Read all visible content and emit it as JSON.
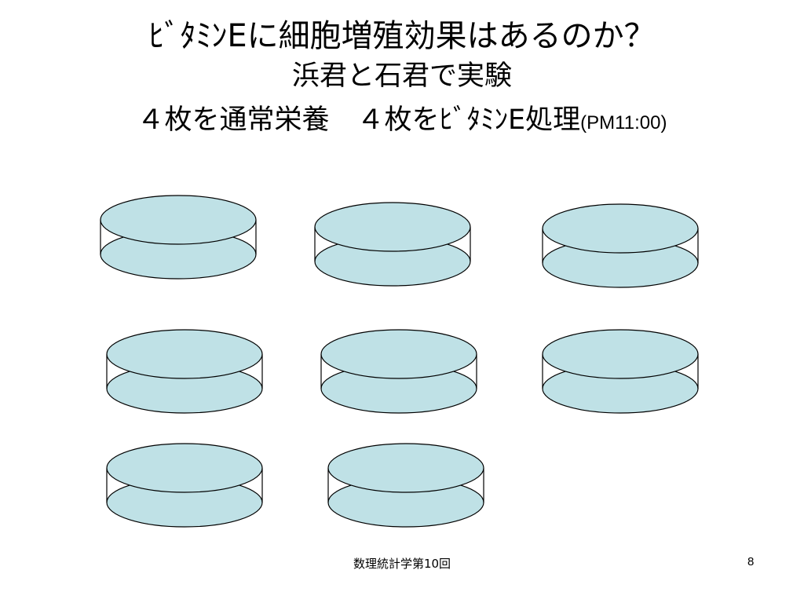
{
  "slide": {
    "title_line1": "ﾋﾞﾀﾐﾝEに細胞増殖効果はあるのか？",
    "title_line2": "浜君と石君で実験",
    "title_line3": "４枚を通常栄養　４枚をﾋﾞﾀﾐﾝE処理",
    "title_line3_time": "(PM11:00)",
    "footer_course": "数理統計学第10回",
    "page_number": "8"
  },
  "dishes": {
    "count": 8,
    "fill_color": "#bfe1e6",
    "stroke_color": "#000000"
  }
}
